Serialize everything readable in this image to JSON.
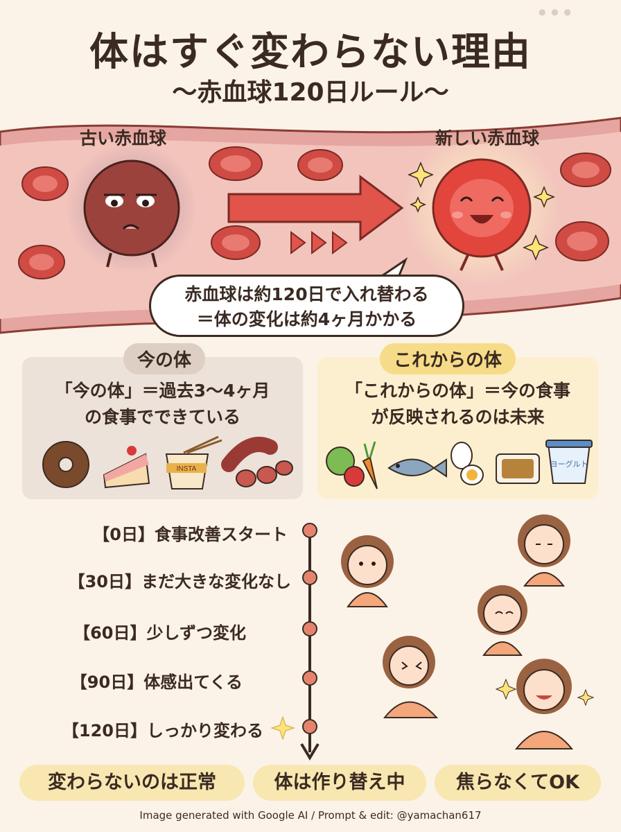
{
  "header": {
    "title": "体はすぐ変わらない理由",
    "subtitle": "〜赤血球120日ルール〜"
  },
  "blood_cells": {
    "old_label": "古い赤血球",
    "new_label": "新しい赤血球"
  },
  "speech_bubble": {
    "line1": "赤血球は約120日で入れ替わる",
    "line2": "＝体の変化は約4ヶ月かかる"
  },
  "current_body": {
    "title": "今の体",
    "line1": "「今の体」＝過去3〜4ヶ月",
    "line2": "の食事でできている",
    "foods": [
      "donut-icon",
      "cake-icon",
      "cup-noodle-icon",
      "sausage-icon"
    ],
    "noodle_text": "INSTA"
  },
  "future_body": {
    "title": "これからの体",
    "line1": "「これからの体」＝今の食事",
    "line2": "が反映されるのは未来",
    "foods": [
      "vegetables-icon",
      "fish-icon",
      "egg-icon",
      "natto-icon",
      "yogurt-icon"
    ],
    "yogurt_text": "ヨーグルト"
  },
  "timeline": [
    {
      "label": "【0日】食事改善スタート"
    },
    {
      "label": "【30日】まだ大きな変化なし"
    },
    {
      "label": "【60日】少しずつ変化"
    },
    {
      "label": "【90日】体感出てくる"
    },
    {
      "label": "【120日】しっかり変わる"
    }
  ],
  "bottom_messages": [
    "変わらないのは正常",
    "体は作り替え中",
    "焦らなくてOK"
  ],
  "credit": "Image generated with  Google AI / Prompt & edit: @yamachan617",
  "colors": {
    "background": "#fbf3e8",
    "vessel": "#e5a5a0",
    "cell": "#c9453f",
    "timeline_dot": "#e4846f",
    "accent_yellow": "#f8e7b0"
  }
}
